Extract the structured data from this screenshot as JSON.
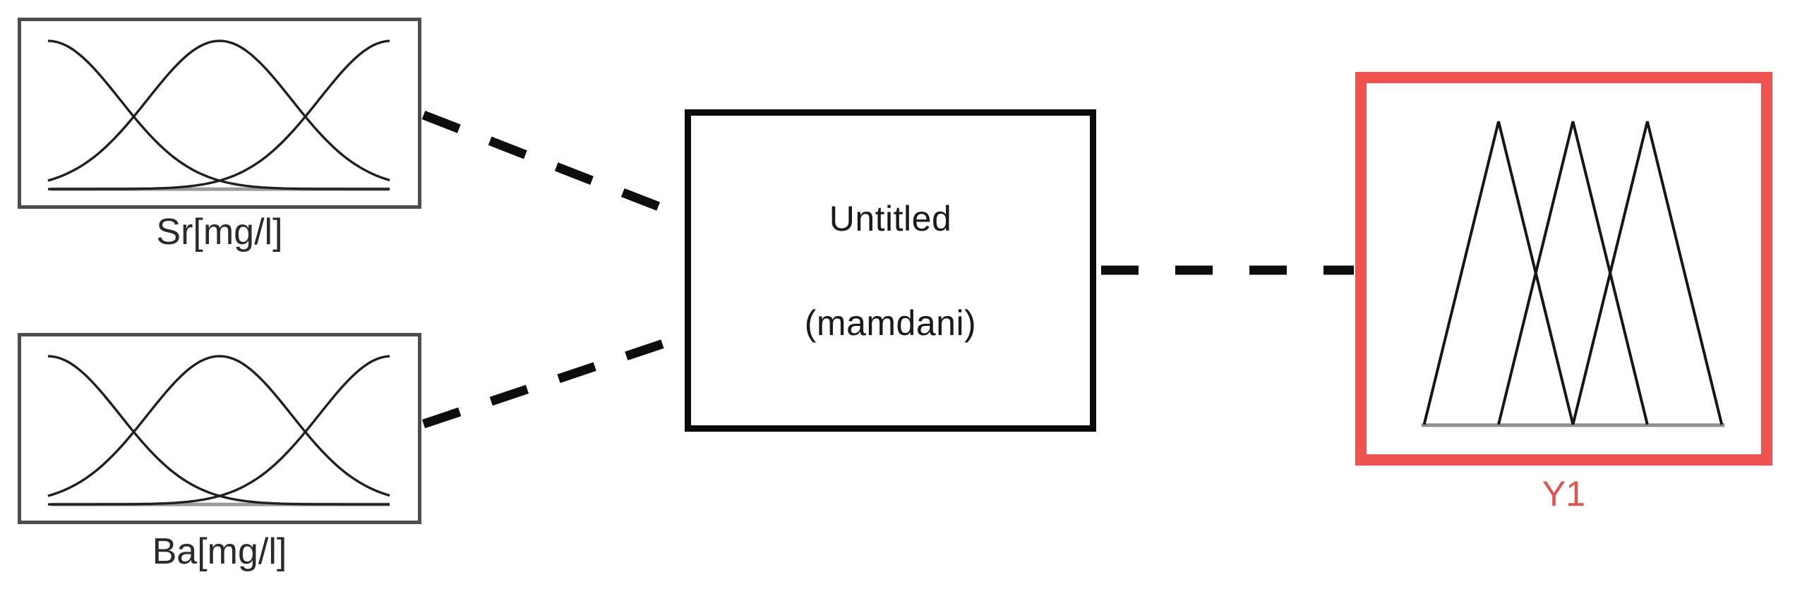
{
  "diagram": {
    "type": "fuzzy-inference-system-diagram",
    "system": {
      "name": "Untitled",
      "inference_type": "(mamdani)"
    },
    "inputs": [
      {
        "id": "input-1",
        "label": "Sr[mg/l]",
        "mf_shape": "gaussian-membership-curves"
      },
      {
        "id": "input-2",
        "label": "Ba[mg/l]",
        "mf_shape": "gaussian-membership-curves"
      }
    ],
    "output": {
      "id": "output-1",
      "label": "Y1",
      "mf_shape": "triangular-membership-curves",
      "selected": true
    },
    "connections": [
      {
        "from": "input-1",
        "to": "system",
        "style": "dashed"
      },
      {
        "from": "input-2",
        "to": "system",
        "style": "dashed"
      },
      {
        "from": "system",
        "to": "output-1",
        "style": "dashed"
      }
    ],
    "colors": {
      "background": "#ffffff",
      "input_border": "#4d4d4d",
      "system_border": "#0a0a0a",
      "output_border": "#ee5350",
      "output_label": "#e5524e",
      "curve": "#1f1f1f",
      "baseline": "#9a9a9a",
      "connector": "#0d0d0d",
      "label_text": "#2a2a2a"
    }
  }
}
